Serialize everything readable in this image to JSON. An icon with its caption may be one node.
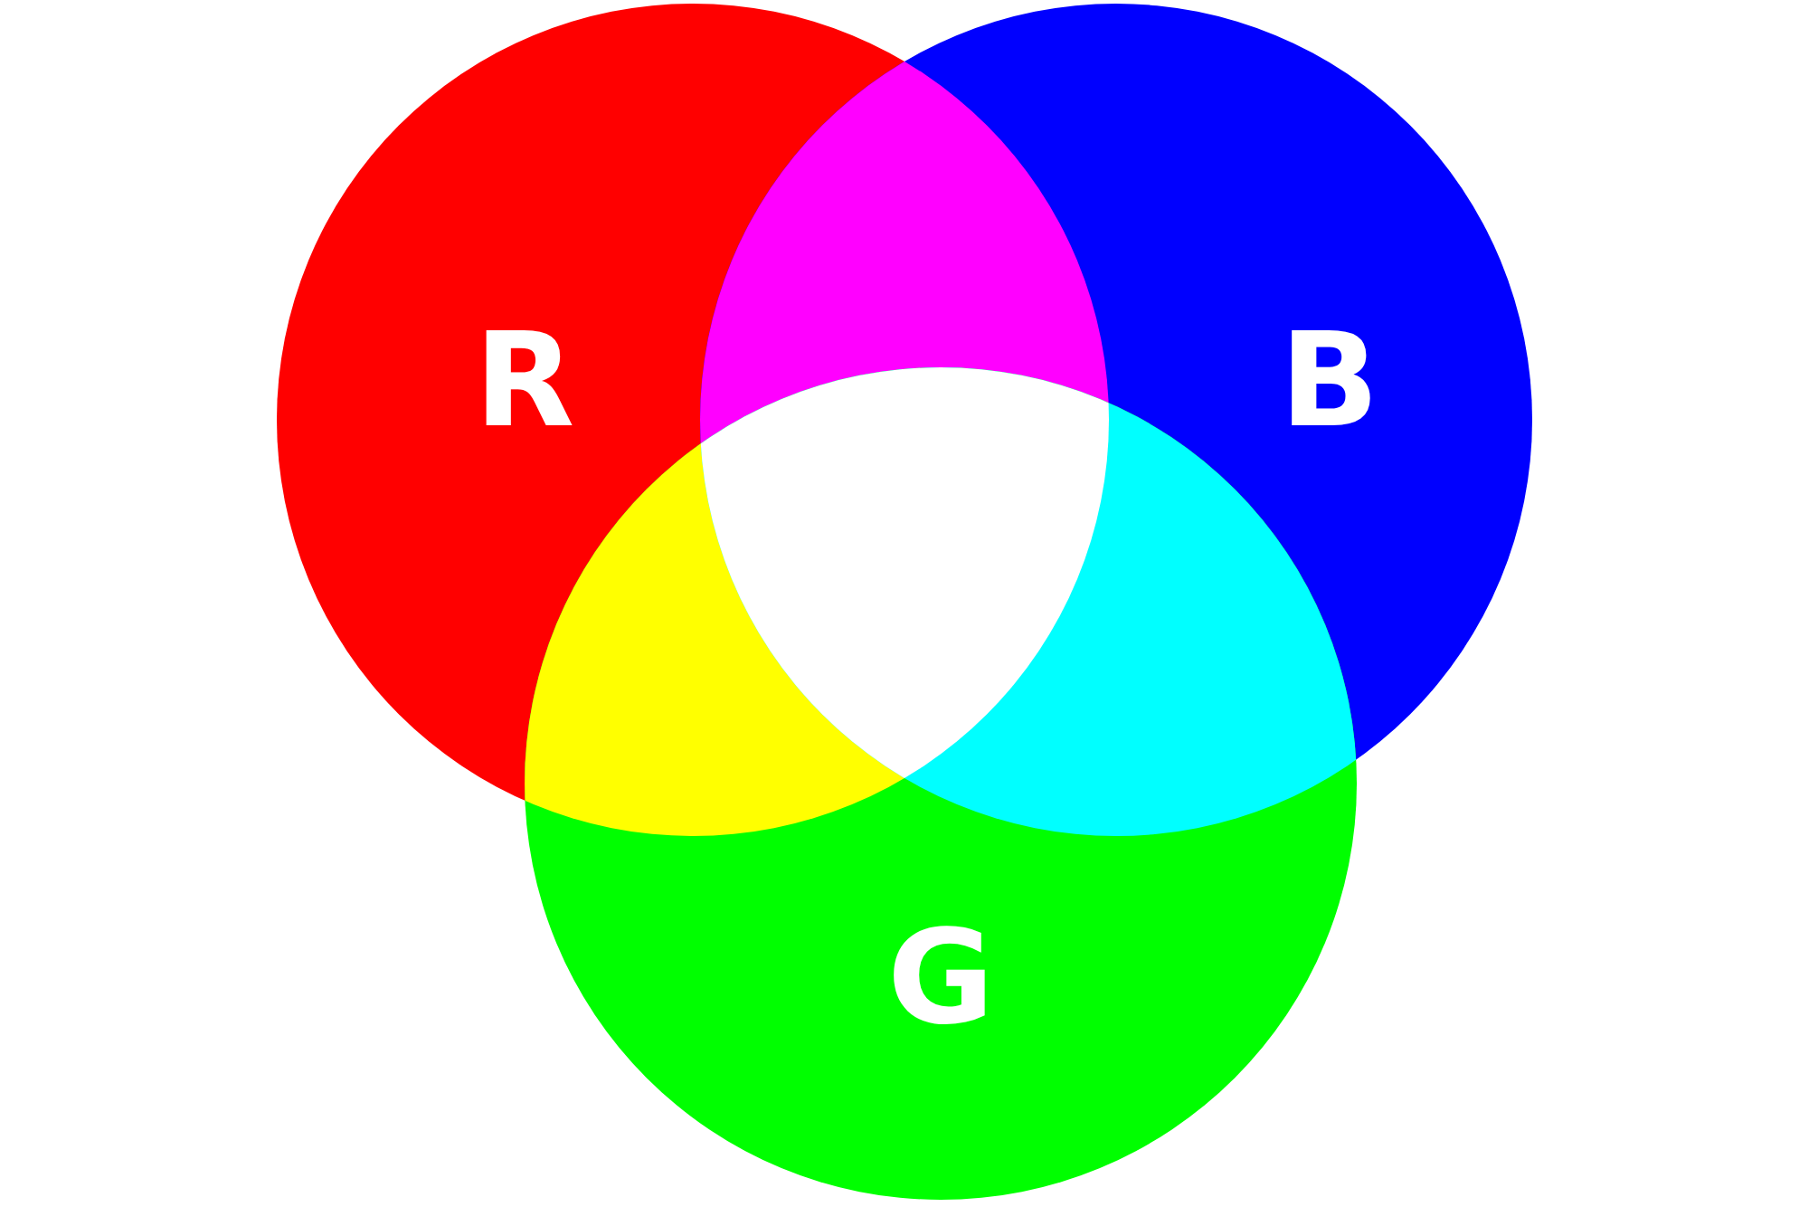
{
  "diagram": {
    "nodes": [
      {
        "text": [
          "R"
        ]
      },
      {
        "text": [
          "B"
        ]
      },
      {
        "text": [
          "G"
        ]
      }
    ]
  }
}
